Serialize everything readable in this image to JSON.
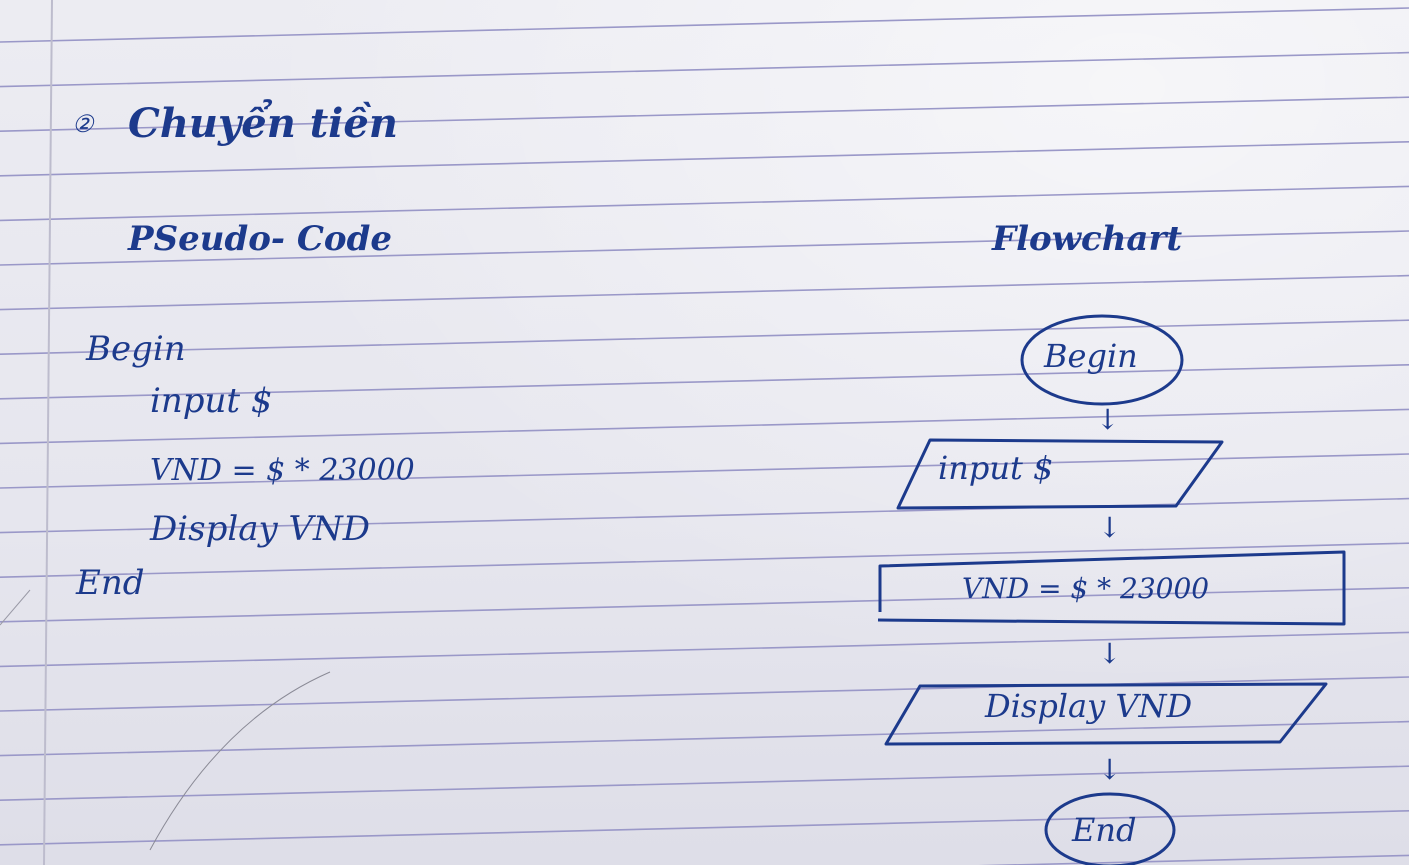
{
  "heading": {
    "item_number": "②",
    "title": "Chuyển tiền"
  },
  "pseudocode": {
    "label": "PSeudo- Code",
    "lines": [
      "Begin",
      "input  $",
      "VND  =   $  *  23000",
      "Display  VND",
      "End"
    ]
  },
  "flowchart": {
    "label": "Flowchart",
    "nodes": [
      {
        "shape": "terminator",
        "text": "Begin"
      },
      {
        "shape": "parallelogram",
        "text": "input  $"
      },
      {
        "shape": "process",
        "text": "VND  =   $  *  23000"
      },
      {
        "shape": "parallelogram",
        "text": "Display   VND"
      },
      {
        "shape": "terminator",
        "text": "End"
      }
    ],
    "arrow_glyph": "↓"
  },
  "colors": {
    "ink": "#1c3a8c",
    "rule_line": "#9a98c8",
    "margin_line": "#bdbccd",
    "paper": "#e8e8ef"
  }
}
